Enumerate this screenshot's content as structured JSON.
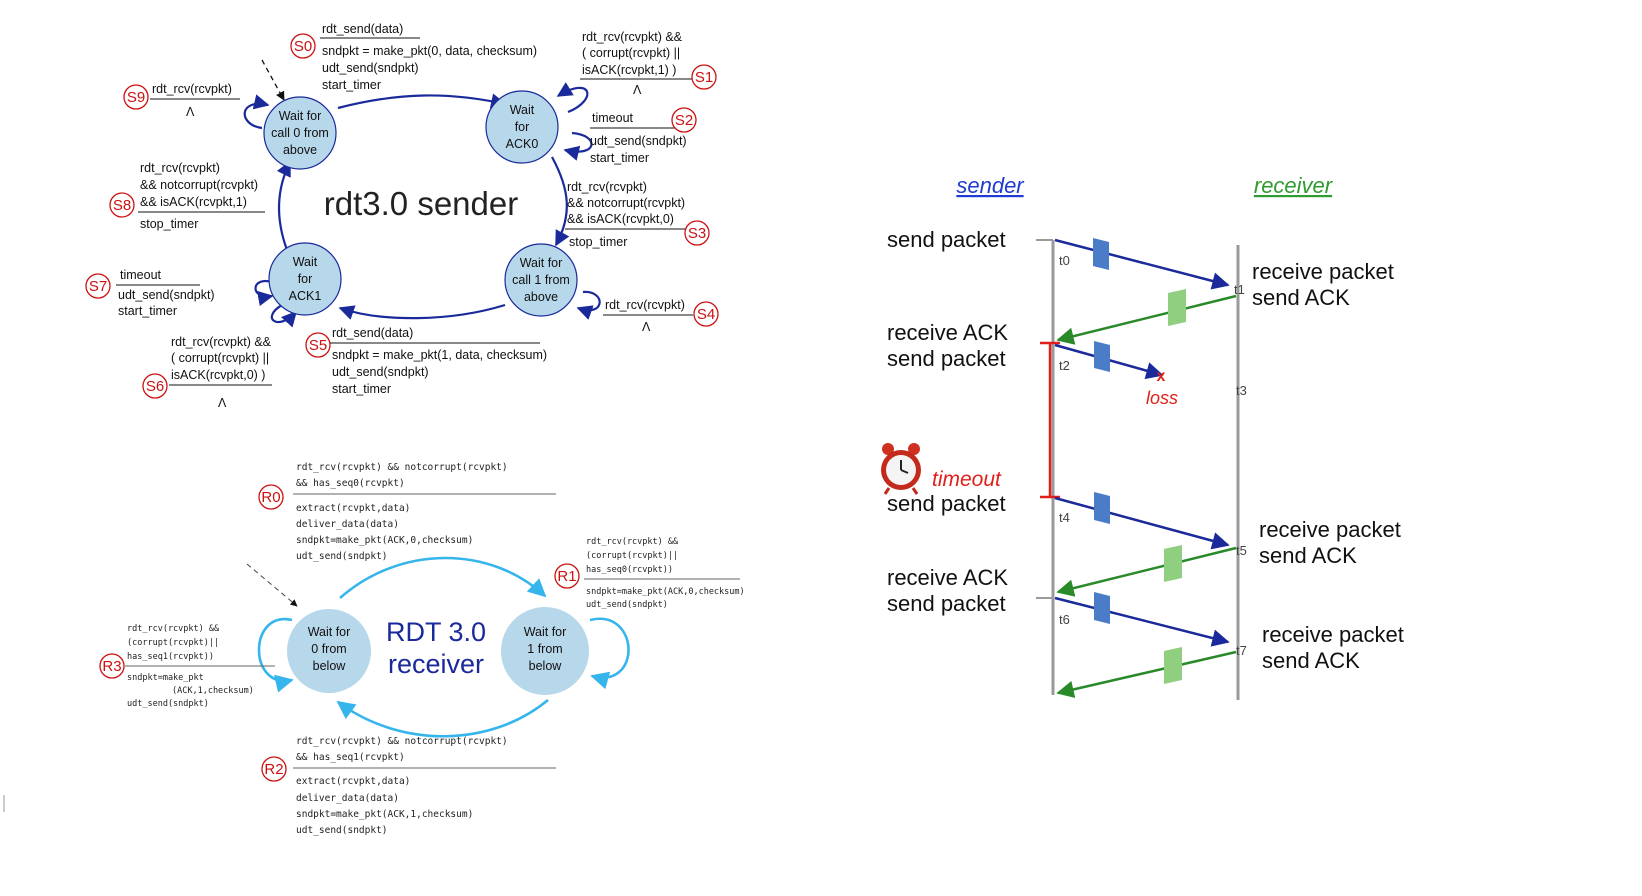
{
  "sender_fsm": {
    "title": "rdt3.0 sender",
    "states": [
      "Wait for",
      "call 0 from",
      "above",
      "Wait",
      "for",
      "ACK0",
      "Wait for",
      "call 1 from",
      "above",
      "Wait",
      "for",
      "ACK1"
    ],
    "tags": [
      "S0",
      "S1",
      "S2",
      "S3",
      "S4",
      "S5",
      "S6",
      "S7",
      "S8",
      "S9"
    ],
    "s0": [
      "rdt_send(data)",
      "sndpkt = make_pkt(0, data, checksum)",
      "udt_send(sndpkt)",
      "start_timer"
    ],
    "s1": [
      "rdt_rcv(rcvpkt) &&",
      "( corrupt(rcvpkt) ||",
      "isACK(rcvpkt,1) )",
      "Λ"
    ],
    "s2": [
      "timeout",
      "udt_send(sndpkt)",
      "start_timer"
    ],
    "s3": [
      "rdt_rcv(rcvpkt)",
      "&& notcorrupt(rcvpkt)",
      "&& isACK(rcvpkt,0)",
      "stop_timer"
    ],
    "s4": [
      "rdt_rcv(rcvpkt)",
      "Λ"
    ],
    "s5": [
      "rdt_send(data)",
      "sndpkt = make_pkt(1, data, checksum)",
      "udt_send(sndpkt)",
      "start_timer"
    ],
    "s6": [
      "rdt_rcv(rcvpkt) &&",
      "( corrupt(rcvpkt) ||",
      "isACK(rcvpkt,0) )",
      "Λ"
    ],
    "s7": [
      "timeout",
      "udt_send(sndpkt)",
      "start_timer"
    ],
    "s8": [
      "rdt_rcv(rcvpkt)",
      "&& notcorrupt(rcvpkt)",
      "&& isACK(rcvpkt,1)",
      "stop_timer"
    ],
    "s9": [
      "rdt_rcv(rcvpkt)",
      "Λ"
    ]
  },
  "receiver_fsm": {
    "title_line1": "RDT 3.0",
    "title_line2": "receiver",
    "states": [
      "Wait for",
      "0 from",
      "below",
      "Wait for",
      "1 from",
      "below"
    ],
    "tags": [
      "R0",
      "R1",
      "R2",
      "R3"
    ],
    "r0": [
      "rdt_rcv(rcvpkt) && notcorrupt(rcvpkt)",
      "&& has_seq0(rcvpkt)",
      "extract(rcvpkt,data)",
      "deliver_data(data)",
      "sndpkt=make_pkt(ACK,0,checksum)",
      "udt_send(sndpkt)"
    ],
    "r1": [
      "rdt_rcv(rcvpkt) &&",
      "(corrupt(rcvpkt)||",
      "has_seq0(rcvpkt))",
      "sndpkt=make_pkt(ACK,0,checksum)",
      "udt_send(sndpkt)"
    ],
    "r2": [
      "rdt_rcv(rcvpkt) && notcorrupt(rcvpkt)",
      "&& has_seq1(rcvpkt)",
      "extract(rcvpkt,data)",
      "deliver_data(data)",
      "sndpkt=make_pkt(ACK,1,checksum)",
      "udt_send(sndpkt)"
    ],
    "r3": [
      "rdt_rcv(rcvpkt) &&",
      "(corrupt(rcvpkt)||",
      "has_seq1(rcvpkt))",
      "sndpkt=make_pkt",
      "(ACK,1,checksum)",
      "udt_send(sndpkt)"
    ]
  },
  "timeline": {
    "sender_title": "sender",
    "receiver_title": "receiver",
    "left_labels": [
      "send packet",
      "receive ACK",
      "send packet",
      "timeout",
      "send packet",
      "receive ACK",
      "send packet"
    ],
    "right_labels": [
      "receive packet",
      "send ACK",
      "receive packet",
      "send ACK",
      "receive packet",
      "send ACK"
    ],
    "loss_label": "loss",
    "times": [
      "t0",
      "t1",
      "t2",
      "t3",
      "t4",
      "t5",
      "t6",
      "t7"
    ]
  },
  "colors": {
    "state_fill": "#b7d7ea",
    "tag_red": "#cc1111",
    "sender_blue": "#1a2a9a",
    "ack_green": "#2a8a2a",
    "receiver_arc": "#35b5ec",
    "timeout_red": "#e0201a"
  }
}
